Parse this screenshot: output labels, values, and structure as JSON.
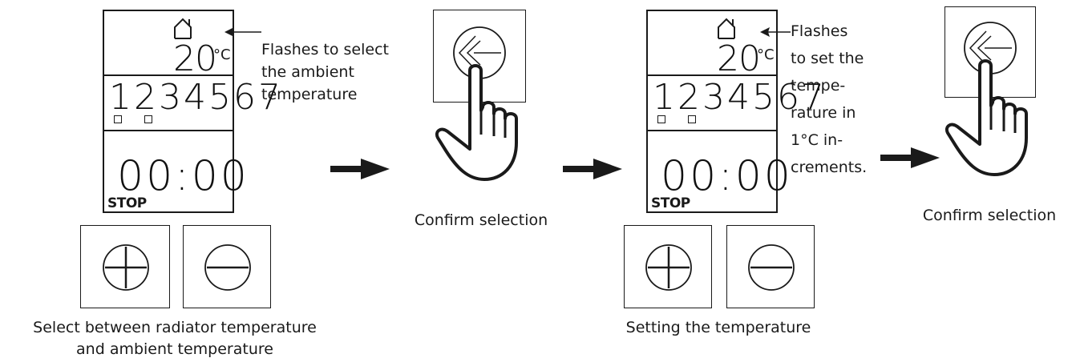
{
  "panel1": {
    "temperature": "20",
    "unit": "°C",
    "days": "1234567",
    "clock": "00:00",
    "stop": "STOP",
    "note": [
      "Flashes to select",
      "the ambient",
      "temperature"
    ]
  },
  "panel1_keys_caption": [
    "Select between radiator temperature",
    "and ambient temperature"
  ],
  "panel2_caption": "Confirm selection",
  "panel3": {
    "temperature": "20",
    "unit": "°C",
    "days": "1234567",
    "clock": "00:00",
    "stop": "STOP",
    "note": [
      "Flashes",
      "to set the",
      "tempe-",
      "rature in",
      "1°C in-",
      "crements."
    ]
  },
  "panel3_keys_caption": "Setting the temperature",
  "panel4_caption": "Confirm selection",
  "icons": [
    "house-icon",
    "plus-button-icon",
    "minus-button-icon",
    "back-arrow-icon",
    "pointing-hand-icon",
    "right-arrow-icon"
  ]
}
